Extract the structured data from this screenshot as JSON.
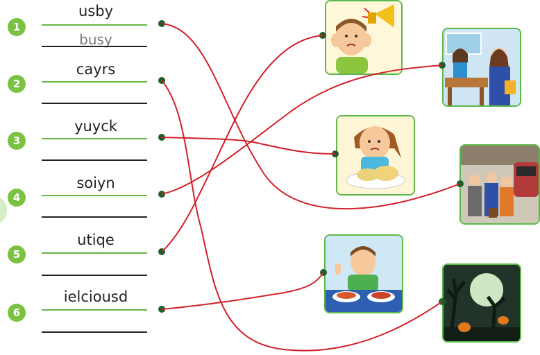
{
  "items": [
    {
      "number": "1",
      "word": "usby",
      "answer": "busy"
    },
    {
      "number": "2",
      "word": "cayrs",
      "answer": ""
    },
    {
      "number": "3",
      "word": "yuyck",
      "answer": ""
    },
    {
      "number": "4",
      "word": "soiyn",
      "answer": ""
    },
    {
      "number": "5",
      "word": "utiqe",
      "answer": ""
    },
    {
      "number": "6",
      "word": "ielciousd",
      "answer": ""
    }
  ],
  "pictures": [
    {
      "name": "boy-covering-ears-picture"
    },
    {
      "name": "classroom-picture"
    },
    {
      "name": "girl-with-food-picture"
    },
    {
      "name": "busy-station-picture"
    },
    {
      "name": "boy-eating-picture"
    },
    {
      "name": "scary-night-picture"
    }
  ],
  "colors": {
    "accent": "#7cc242",
    "line": "#66b544",
    "connector": "#d0202a",
    "dot": "#1f5d2c"
  }
}
